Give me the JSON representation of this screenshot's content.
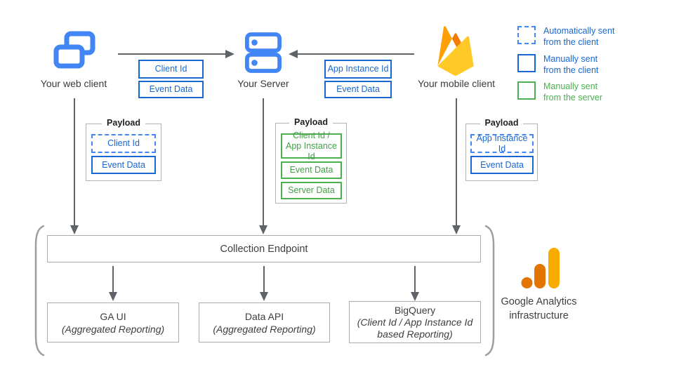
{
  "diagram": {
    "clients": {
      "web": {
        "label": "Your web client",
        "icon": "overlapping-windows-icon"
      },
      "server": {
        "label": "Your Server",
        "icon": "server-stack-icon"
      },
      "mobile": {
        "label": "Your mobile client",
        "icon": "firebase-flame-icon"
      }
    },
    "arrow_tags": {
      "web_to_server": [
        {
          "text": "Client Id",
          "style": "solid-blue"
        },
        {
          "text": "Event Data",
          "style": "solid-blue"
        }
      ],
      "mobile_to_server": [
        {
          "text": "App Instance Id",
          "style": "solid-blue"
        },
        {
          "text": "Event Data",
          "style": "solid-blue"
        }
      ]
    },
    "payloads": {
      "web": {
        "title": "Payload",
        "items": [
          {
            "text": "Client Id",
            "style": "dashed-blue"
          },
          {
            "text": "Event Data",
            "style": "solid-blue"
          }
        ]
      },
      "server": {
        "title": "Payload",
        "items": [
          {
            "text": "Client Id /",
            "text_line2": "App Instance Id",
            "style": "solid-green"
          },
          {
            "text": "Event Data",
            "style": "solid-green"
          },
          {
            "text": "Server Data",
            "style": "solid-green"
          }
        ]
      },
      "mobile": {
        "title": "Payload",
        "items": [
          {
            "text": "App Instance Id",
            "style": "dashed-blue"
          },
          {
            "text": "Event Data",
            "style": "solid-blue"
          }
        ]
      }
    },
    "legend": {
      "items": [
        {
          "line1": "Automatically sent",
          "line2": "from the client",
          "swatch": "dashed-blue"
        },
        {
          "line1": "Manually sent",
          "line2": "from the client",
          "swatch": "solid-blue"
        },
        {
          "line1": "Manually sent",
          "line2": "from the server",
          "swatch": "solid-green"
        }
      ]
    },
    "infrastructure": {
      "endpoint_label": "Collection Endpoint",
      "outputs": [
        {
          "line1": "GA UI",
          "line2": "(Aggregated Reporting)"
        },
        {
          "line1": "Data API",
          "line2": "(Aggregated Reporting)"
        },
        {
          "line1": "BigQuery",
          "line2": "(Client Id / App Instance Id",
          "line3": "based Reporting)"
        }
      ],
      "brand": {
        "logo": "google-analytics-logo",
        "line1": "Google Analytics",
        "line2": "infrastructure"
      }
    },
    "colors": {
      "blue_icon": "#4285F4",
      "blue_line": "#1967D2",
      "green": "#4CAF50",
      "green_text": "#43A047",
      "arrow_gray": "#5F6368",
      "box_border_gray": "#ABABAB",
      "bracket_gray": "#9E9E9E",
      "text_dark": "#3C4043",
      "ga_orange": "#E37400",
      "ga_yellow": "#F9AB00",
      "firebase_amber": "#FFA000",
      "firebase_orange": "#F57C00",
      "firebase_yellow": "#FFCA28"
    }
  }
}
